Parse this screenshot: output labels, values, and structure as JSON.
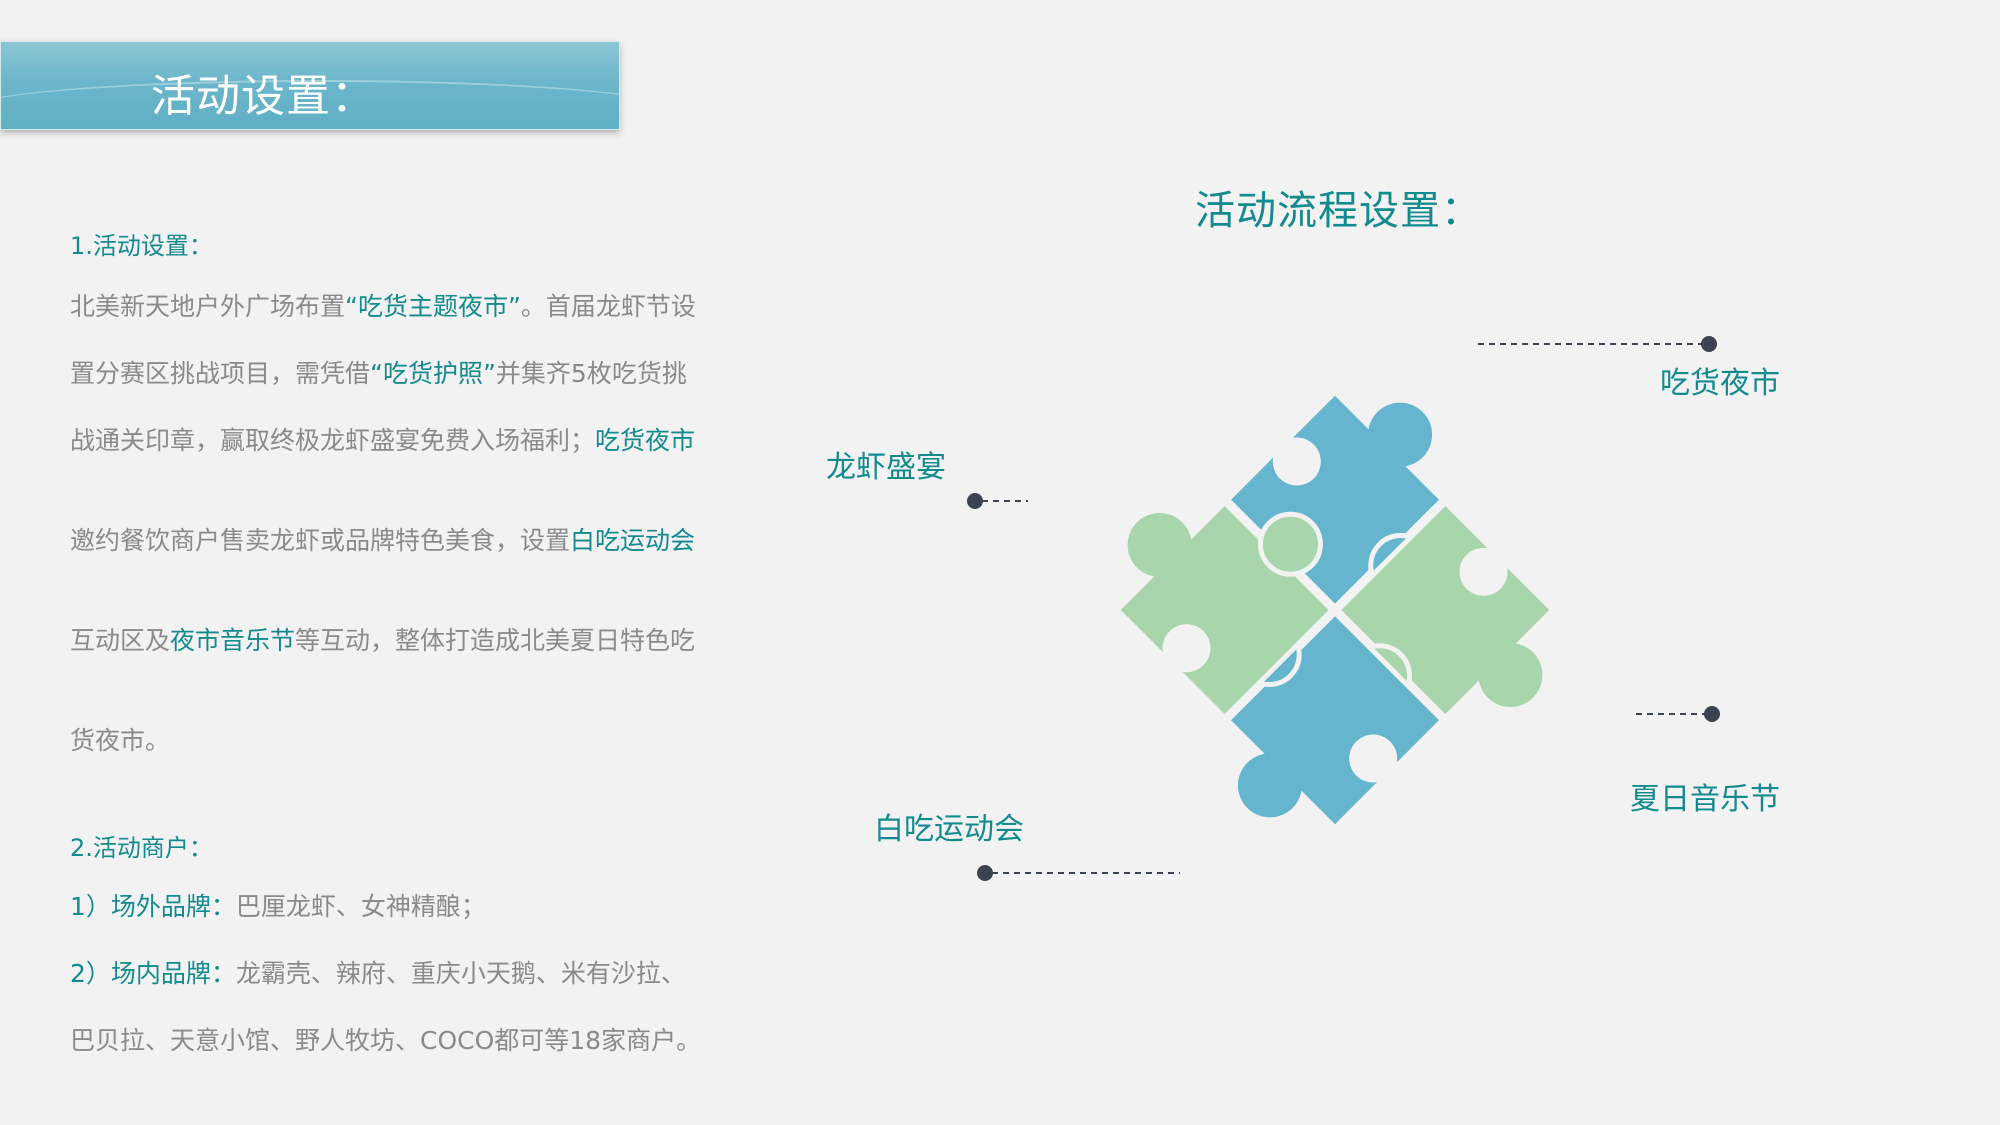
{
  "banner": {
    "title": "活动设置："
  },
  "section1": {
    "title": "1.活动设置：",
    "paragraphs": [
      [
        {
          "t": "北美新天地户外广场布置",
          "h": false
        },
        {
          "t": "“吃货主题夜市”",
          "h": true
        },
        {
          "t": "。首届龙虾节设",
          "h": false
        }
      ],
      [
        {
          "t": "置分赛区挑战项目，需凭借",
          "h": false
        },
        {
          "t": "“吃货护照”",
          "h": true
        },
        {
          "t": "并集齐5枚吃货挑",
          "h": false
        }
      ],
      [
        {
          "t": "战通关印章，赢取终极龙虾盛宴免费入场福利；",
          "h": false
        },
        {
          "t": "吃货夜市",
          "h": true
        }
      ],
      [
        {
          "t": "邀约餐饮商户售卖龙虾或品牌特色美食，设置",
          "h": false
        },
        {
          "t": "白吃运动会",
          "h": true
        }
      ],
      [
        {
          "t": "互动区及",
          "h": false
        },
        {
          "t": "夜市音乐节",
          "h": true
        },
        {
          "t": "等互动，整体打造成北美夏日特色吃",
          "h": false
        }
      ],
      [
        {
          "t": "货夜市。",
          "h": false
        }
      ]
    ]
  },
  "section2": {
    "title": "2.活动商户：",
    "items": [
      {
        "label": "1）场外品牌：",
        "text": "巴厘龙虾、女神精酿；"
      },
      {
        "label": "2）场内品牌：",
        "text": "龙霸壳、辣府、重庆小天鹅、米有沙拉、"
      },
      {
        "label": "",
        "text": "巴贝拉、天意小馆、野人牧坊、COCO都可等18家商户。"
      }
    ]
  },
  "flow": {
    "title": "活动流程设置：",
    "labels": {
      "top_right": "吃货夜市",
      "left": "龙虾盛宴",
      "bottom_right": "夏日音乐节",
      "bottom_left": "白吃运动会"
    }
  },
  "colors": {
    "teal_text": "#138a8e",
    "gray_text": "#8a8a8a",
    "piece_blue": "#64b5cd",
    "piece_green": "#a8d5ab",
    "dot": "#3c4350"
  }
}
